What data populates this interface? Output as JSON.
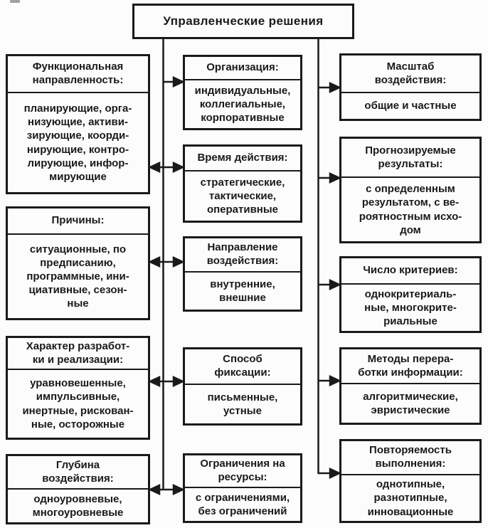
{
  "title": "Управленческие решения",
  "colors": {
    "ink": "#1a1a1a",
    "paper": "#fcfcfc"
  },
  "left_column": [
    {
      "header": "Функциональная\nнаправленность:",
      "body": "планирующие, орга-\nнизующие, активи-\nзирующие, коорди-\nнирующие, контро-\nлирующие, инфор-\nмирующие"
    },
    {
      "header": "Причины:",
      "body": "ситуационные, по\nпредписанию,\nпрограммные, ини-\nциативные, сезон-\nные"
    },
    {
      "header": "Характер разработ-\nки и реализации:",
      "body": "уравновешенные,\nимпульсивные,\nинертные, рискован-\nные, осторожные"
    },
    {
      "header": "Глубина\nвоздействия:",
      "body": "одноуровневые,\nмногоуровневые"
    }
  ],
  "middle_column": [
    {
      "header": "Организация:",
      "body": "индивидуальные,\nколлегиальные,\nкорпоративные"
    },
    {
      "header": "Время действия:",
      "body": "стратегические,\nтактические,\nоперативные"
    },
    {
      "header": "Направление\nвоздействия:",
      "body": "внутренние,\nвнешние"
    },
    {
      "header": "Способ\nфиксации:",
      "body": "письменные,\nустные"
    },
    {
      "header": "Ограничения на\nресурсы:",
      "body": "с ограничениями,\nбез ограничений"
    }
  ],
  "right_column": [
    {
      "header": "Масштаб\nвоздействия:",
      "body": "общие и частные"
    },
    {
      "header": "Прогнозируемые\nрезультаты:",
      "body": "с определенным\nрезультатом, с ве-\nроятностным исхо-\nдом"
    },
    {
      "header": "Число критериев:",
      "body": "однокритериаль-\nные,  многокрите-\nриальные"
    },
    {
      "header": "Методы перера-\nботки информации:",
      "body": "алгоритмические,\nэвристические"
    },
    {
      "header": "Повторяемость\nвыполнения:",
      "body": "однотипные,\nразнотипные,\nинновационные"
    }
  ]
}
